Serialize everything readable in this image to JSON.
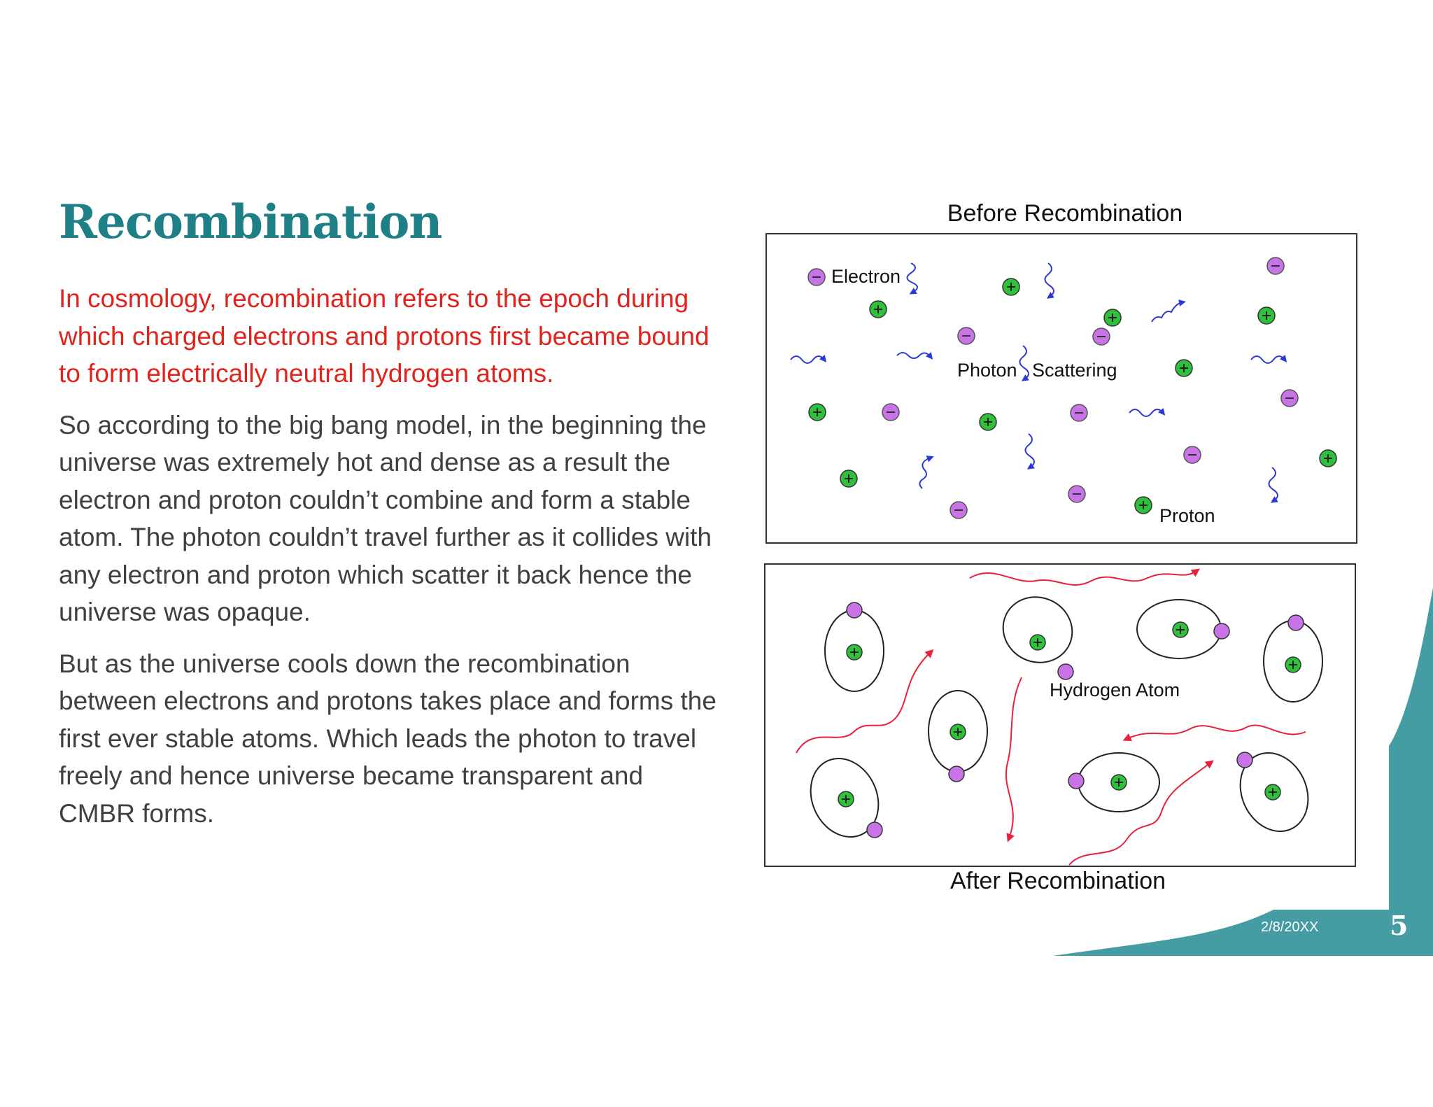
{
  "slide": {
    "title": "Recombination",
    "paragraphs": [
      "In cosmology, recombination refers to the epoch during which charged electrons and protons first became bound to form electrically neutral hydrogen atoms.",
      "So according to the big bang model, in the beginning the universe was extremely hot and dense as a result the electron and proton couldn’t combine and form a stable atom. The photon couldn’t travel further as it collides with any electron and proton which scatter it back hence the universe was opaque.",
      "But as the universe cools down the recombination between electrons and protons takes place and forms the first ever stable atoms. Which leads the photon to travel freely and hence universe became transparent and CMBR forms."
    ],
    "accent_color": "#1e7f86",
    "intro_color": "#e0231c",
    "footer": {
      "date": "2/8/20XX",
      "page": "5"
    }
  },
  "figure": {
    "before_title": "Before Recombination",
    "after_title": "After Recombination",
    "labels": {
      "electron": "Electron",
      "photon": "Photon",
      "scattering": "Scattering",
      "proton": "Proton",
      "hydrogen_atom": "Hydrogen Atom"
    },
    "colors": {
      "electron": "#c873e6",
      "proton": "#2fc03c",
      "photon_before": "#2a3ad6",
      "photon_after": "#e8203a"
    }
  }
}
